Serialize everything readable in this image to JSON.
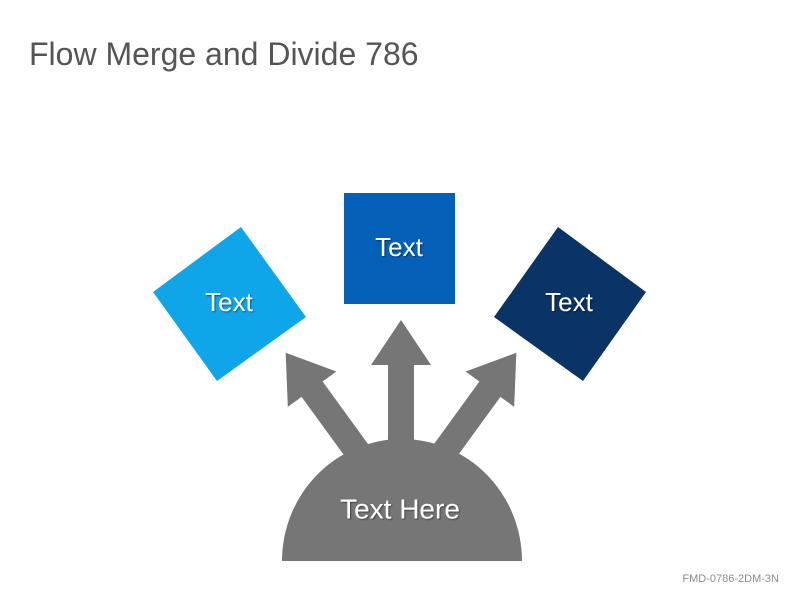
{
  "title": "Flow Merge and Divide 786",
  "diagram": {
    "boxes": [
      {
        "label": "Text",
        "color": "#0ea5e9"
      },
      {
        "label": "Text",
        "color": "#0560b8"
      },
      {
        "label": "Text",
        "color": "#0a3366"
      }
    ],
    "base_label": "Text Here",
    "base_color": "#767676",
    "arrow_color": "#767676"
  },
  "footer": {
    "code": "FMD-0786-2DM-3N"
  }
}
